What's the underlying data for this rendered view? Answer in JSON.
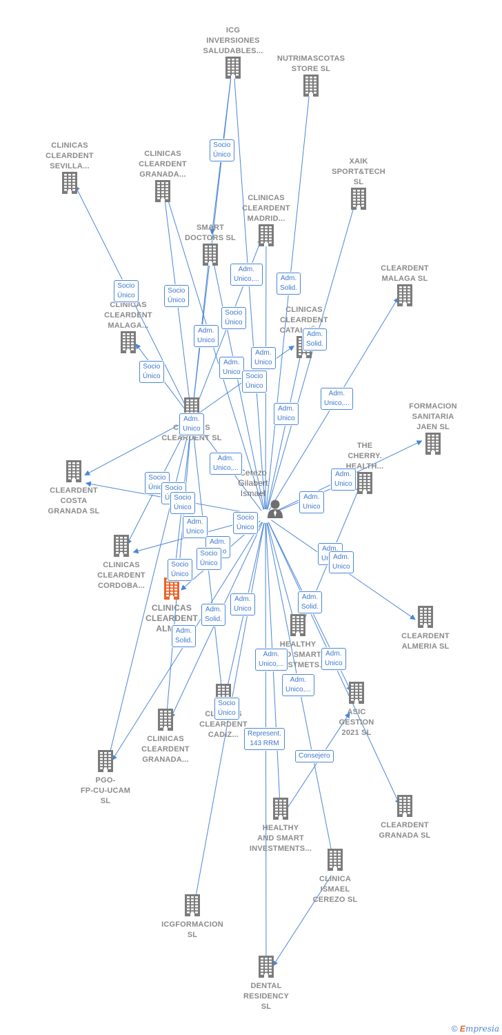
{
  "focus_color": "#e8632b",
  "node_color": "#7b7b7b",
  "edge_color": "#4a86d8",
  "footer": {
    "copyright": "©",
    "brand_e": "E",
    "brand_rest": "mpresia"
  },
  "person": {
    "label": "Cerezo\nGilabert\nIsmael"
  },
  "companies": [
    {
      "id": "icg",
      "label": "ICG\nINVERSIONES\nSALUDABLES..."
    },
    {
      "id": "nutri",
      "label": "NUTRIMASCOTAS\nSTORE SL"
    },
    {
      "id": "sevilla",
      "label": "CLINICAS\nCLEARDENT\nSEVILLA..."
    },
    {
      "id": "granada1",
      "label": "CLINICAS\nCLEARDENT\nGRANADA..."
    },
    {
      "id": "xaik",
      "label": "XAIK\nSPORT&TECH\nSL"
    },
    {
      "id": "madrid",
      "label": "CLINICAS\nCLEARDENT\nMADRID..."
    },
    {
      "id": "smart",
      "label": "SMART\nDOCTORS SL"
    },
    {
      "id": "malaga2",
      "label": "CLEARDENT\nMALAGA SL"
    },
    {
      "id": "malaga1",
      "label": "CLINICAS\nCLEARDENT\nMALAGA..."
    },
    {
      "id": "cataluna",
      "label": "CLINICAS\nCLEARDENT\nCATALUÑA..."
    },
    {
      "id": "cleardentsl",
      "label": "CLINICAS\nCLEARDENT SL"
    },
    {
      "id": "formacion",
      "label": "FORMACION\nSANITARIA\nJAEN SL"
    },
    {
      "id": "costa",
      "label": "CLEARDENT\nCOSTA\nGRANADA SL"
    },
    {
      "id": "cherry",
      "label": "THE\nCHERRY.\nHEALTH..."
    },
    {
      "id": "cordoba",
      "label": "CLINICAS\nCLEARDENT\nCORDOBA..."
    },
    {
      "id": "almeria1",
      "label": "CLINICAS\nCLEARDENT\nALME..."
    },
    {
      "id": "almeria2",
      "label": "CLEARDENT\nALMERIA SL"
    },
    {
      "id": "healthy1",
      "label": "HEALTHY\nAND SMART\nINVESTMETS..."
    },
    {
      "id": "asic",
      "label": "ASIC\nGESTION\n2021 SL"
    },
    {
      "id": "cadiz",
      "label": "CLINICAS\nCLEARDENT\nCADIZ..."
    },
    {
      "id": "granada2",
      "label": "CLINICAS\nCLEARDENT\nGRANADA..."
    },
    {
      "id": "pgo",
      "label": "PGO-\nFP-CU-UCAM\nSL"
    },
    {
      "id": "granada3",
      "label": "CLEARDENT\nGRANADA SL"
    },
    {
      "id": "healthy2",
      "label": "HEALTHY\nAND SMART\nINVESTMENTS..."
    },
    {
      "id": "ismael",
      "label": "CLINICA\nISMAEL\nCEREZO SL"
    },
    {
      "id": "icgform",
      "label": "ICGFORMACION\nSL"
    },
    {
      "id": "dental",
      "label": "DENTAL\nRESIDENCY\nSL"
    }
  ],
  "roles": [
    {
      "id": "r1",
      "label": "Socio\nÚnico"
    },
    {
      "id": "r2",
      "label": "Adm.\nUnico,..."
    },
    {
      "id": "r3",
      "label": "Adm.\nSolid."
    },
    {
      "id": "r4",
      "label": "Socio\nÚnico"
    },
    {
      "id": "r5",
      "label": "Socio\nÚnico"
    },
    {
      "id": "r6",
      "label": "Socio\nÚnico"
    },
    {
      "id": "r7",
      "label": "Adm.\nSolid."
    },
    {
      "id": "r8",
      "label": "Adm.\nUnico"
    },
    {
      "id": "r9",
      "label": "Adm.\nUnico"
    },
    {
      "id": "r10",
      "label": "Adm.\nUnico"
    },
    {
      "id": "r11",
      "label": "Socio\nÚnico"
    },
    {
      "id": "r12",
      "label": "Socio\nÚnico"
    },
    {
      "id": "r13",
      "label": "Adm.\nUnico,..."
    },
    {
      "id": "r14",
      "label": "Adm.\nUnico"
    },
    {
      "id": "r15",
      "label": "Adm.\nUnico"
    },
    {
      "id": "r16",
      "label": "Adm.\nUnico,..."
    },
    {
      "id": "r17",
      "label": "Adm.\nUnico"
    },
    {
      "id": "r18",
      "label": "Adm.\nUnico"
    },
    {
      "id": "r19",
      "label": "Socio\nÚnico"
    },
    {
      "id": "r20",
      "label": "Socio\nÚnico"
    },
    {
      "id": "r21",
      "label": "Socio\nÚnico"
    },
    {
      "id": "r22",
      "label": "Adm.\nUnico"
    },
    {
      "id": "r23",
      "label": "Socio\nÚnico"
    },
    {
      "id": "r24",
      "label": "Adm.\nUnico"
    },
    {
      "id": "r25",
      "label": "Socio\nÚnico"
    },
    {
      "id": "r26",
      "label": "Socio\nÚnico"
    },
    {
      "id": "r27",
      "label": "Adm.\nUnico"
    },
    {
      "id": "r28",
      "label": "Adm.\nUnico"
    },
    {
      "id": "r29",
      "label": "Adm.\nSolid."
    },
    {
      "id": "r30",
      "label": "Adm.\nUnico"
    },
    {
      "id": "r31",
      "label": "Adm.\nSolid."
    },
    {
      "id": "r32",
      "label": "Adm.\nSolid."
    },
    {
      "id": "r33",
      "label": "Adm.\nUnico"
    },
    {
      "id": "r34",
      "label": "Adm.\nUnico,..."
    },
    {
      "id": "r35",
      "label": "Adm.\nUnico,..."
    },
    {
      "id": "r36",
      "label": "Represent.\n143 RRM"
    },
    {
      "id": "r37",
      "label": "Socio\nÚnico"
    },
    {
      "id": "r38",
      "label": "Consejero"
    }
  ],
  "links": [
    [
      "person",
      "icg"
    ],
    [
      "person",
      "nutri"
    ],
    [
      "person",
      "xaik"
    ],
    [
      "person",
      "madrid"
    ],
    [
      "person",
      "smart"
    ],
    [
      "person",
      "malaga2"
    ],
    [
      "person",
      "cataluna"
    ],
    [
      "person",
      "formacion"
    ],
    [
      "person",
      "cherry"
    ],
    [
      "person",
      "costa"
    ],
    [
      "person",
      "cordoba"
    ],
    [
      "person",
      "almeria1"
    ],
    [
      "person",
      "almeria2"
    ],
    [
      "person",
      "healthy1"
    ],
    [
      "person",
      "asic"
    ],
    [
      "person",
      "cadiz"
    ],
    [
      "person",
      "granada2"
    ],
    [
      "person",
      "pgo"
    ],
    [
      "person",
      "granada3"
    ],
    [
      "person",
      "healthy2"
    ],
    [
      "person",
      "ismael"
    ],
    [
      "person",
      "icgform"
    ],
    [
      "person",
      "dental"
    ],
    [
      "person",
      "cleardentsl"
    ],
    [
      "person",
      "granada1"
    ],
    [
      "cleardentsl",
      "sevilla"
    ],
    [
      "cleardentsl",
      "granada1"
    ],
    [
      "cleardentsl",
      "malaga1"
    ],
    [
      "cleardentsl",
      "madrid"
    ],
    [
      "cleardentsl",
      "icg"
    ],
    [
      "cleardentsl",
      "smart"
    ],
    [
      "cleardentsl",
      "cataluna"
    ],
    [
      "cleardentsl",
      "costa"
    ],
    [
      "cleardentsl",
      "cordoba"
    ],
    [
      "cleardentsl",
      "almeria1"
    ],
    [
      "cleardentsl",
      "granada2"
    ],
    [
      "cleardentsl",
      "cadiz"
    ],
    [
      "cleardentsl",
      "pgo"
    ],
    [
      "healthy2",
      "asic"
    ],
    [
      "healthy1",
      "cherry"
    ],
    [
      "ismael",
      "dental"
    ],
    [
      "icg",
      "smart"
    ]
  ]
}
